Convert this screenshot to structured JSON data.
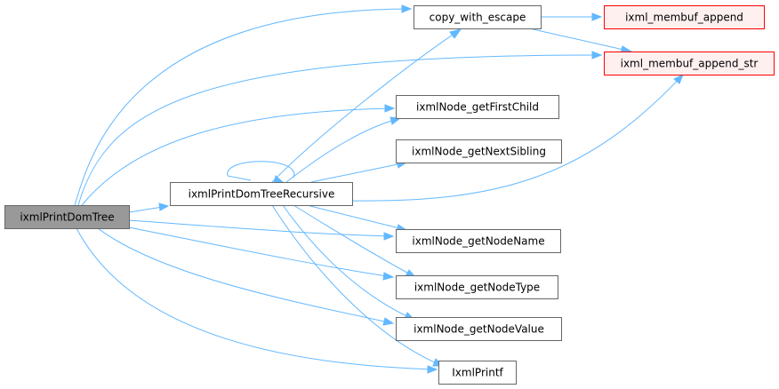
{
  "nodes": [
    {
      "id": "ixmlPrintDomTree",
      "label": "ixmlPrintDomTree",
      "kind": "focus"
    },
    {
      "id": "ixmlPrintDomTreeRecursive",
      "label": "ixmlPrintDomTreeRecursive",
      "kind": "normal"
    },
    {
      "id": "copy_with_escape",
      "label": "copy_with_escape",
      "kind": "normal"
    },
    {
      "id": "ixml_membuf_append",
      "label": "ixml_membuf_append",
      "kind": "external"
    },
    {
      "id": "ixml_membuf_append_str",
      "label": "ixml_membuf_append_str",
      "kind": "external"
    },
    {
      "id": "ixmlNode_getFirstChild",
      "label": "ixmlNode_getFirstChild",
      "kind": "normal"
    },
    {
      "id": "ixmlNode_getNextSibling",
      "label": "ixmlNode_getNextSibling",
      "kind": "normal"
    },
    {
      "id": "ixmlNode_getNodeName",
      "label": "ixmlNode_getNodeName",
      "kind": "normal"
    },
    {
      "id": "ixmlNode_getNodeType",
      "label": "ixmlNode_getNodeType",
      "kind": "normal"
    },
    {
      "id": "ixmlNode_getNodeValue",
      "label": "ixmlNode_getNodeValue",
      "kind": "normal"
    },
    {
      "id": "IxmlPrintf",
      "label": "IxmlPrintf",
      "kind": "normal"
    }
  ],
  "edges": [
    {
      "from": "ixmlPrintDomTree",
      "to": "copy_with_escape"
    },
    {
      "from": "ixmlPrintDomTree",
      "to": "ixml_membuf_append_str"
    },
    {
      "from": "ixmlPrintDomTree",
      "to": "ixmlNode_getFirstChild"
    },
    {
      "from": "ixmlPrintDomTree",
      "to": "ixmlPrintDomTreeRecursive"
    },
    {
      "from": "ixmlPrintDomTree",
      "to": "ixmlNode_getNodeName"
    },
    {
      "from": "ixmlPrintDomTree",
      "to": "ixmlNode_getNodeType"
    },
    {
      "from": "ixmlPrintDomTree",
      "to": "ixmlNode_getNodeValue"
    },
    {
      "from": "ixmlPrintDomTree",
      "to": "IxmlPrintf"
    },
    {
      "from": "copy_with_escape",
      "to": "ixml_membuf_append"
    },
    {
      "from": "copy_with_escape",
      "to": "ixml_membuf_append_str"
    },
    {
      "from": "ixmlPrintDomTreeRecursive",
      "to": "copy_with_escape"
    },
    {
      "from": "ixmlPrintDomTreeRecursive",
      "to": "ixml_membuf_append_str"
    },
    {
      "from": "ixmlPrintDomTreeRecursive",
      "to": "ixmlNode_getFirstChild"
    },
    {
      "from": "ixmlPrintDomTreeRecursive",
      "to": "ixmlNode_getNextSibling"
    },
    {
      "from": "ixmlPrintDomTreeRecursive",
      "to": "ixmlNode_getNodeName"
    },
    {
      "from": "ixmlPrintDomTreeRecursive",
      "to": "ixmlNode_getNodeType"
    },
    {
      "from": "ixmlPrintDomTreeRecursive",
      "to": "ixmlNode_getNodeValue"
    },
    {
      "from": "ixmlPrintDomTreeRecursive",
      "to": "IxmlPrintf"
    },
    {
      "from": "ixmlPrintDomTreeRecursive",
      "to": "ixmlPrintDomTreeRecursive"
    }
  ],
  "colors": {
    "focus_fill": "#999999",
    "focus_stroke": "#666666",
    "normal_fill": "#ffffff",
    "normal_stroke": "#666666",
    "external_fill": "#fff0f0",
    "external_stroke": "#ff0000",
    "edge": "#63b8ff",
    "text": "#000000"
  }
}
